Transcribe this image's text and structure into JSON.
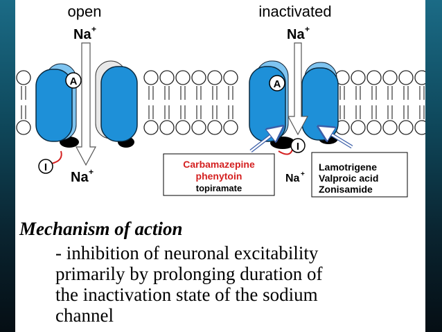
{
  "diagram": {
    "state_open": "open",
    "state_inactivated": "inactivated",
    "ion_label": "Na",
    "ion_charge": "+",
    "gate_a": "A",
    "gate_i": "I",
    "drugs_left": [
      "Carbamazepine",
      "phenytoin",
      "topiramate"
    ],
    "drugs_right": [
      "Lamotrigene",
      "Valproic acid",
      "Zonisamide"
    ],
    "colors": {
      "channel_blue": "#1e90d8",
      "channel_light": "#7fc4f0",
      "drug_red": "#d42020",
      "arrow_outline": "#3b5ea8"
    }
  },
  "mechanism": {
    "title": "Mechanism of action",
    "lines": [
      "- inhibition of neuronal excitability",
      "primarily by prolonging duration of",
      "the inactivation state of the sodium",
      "channel"
    ]
  }
}
